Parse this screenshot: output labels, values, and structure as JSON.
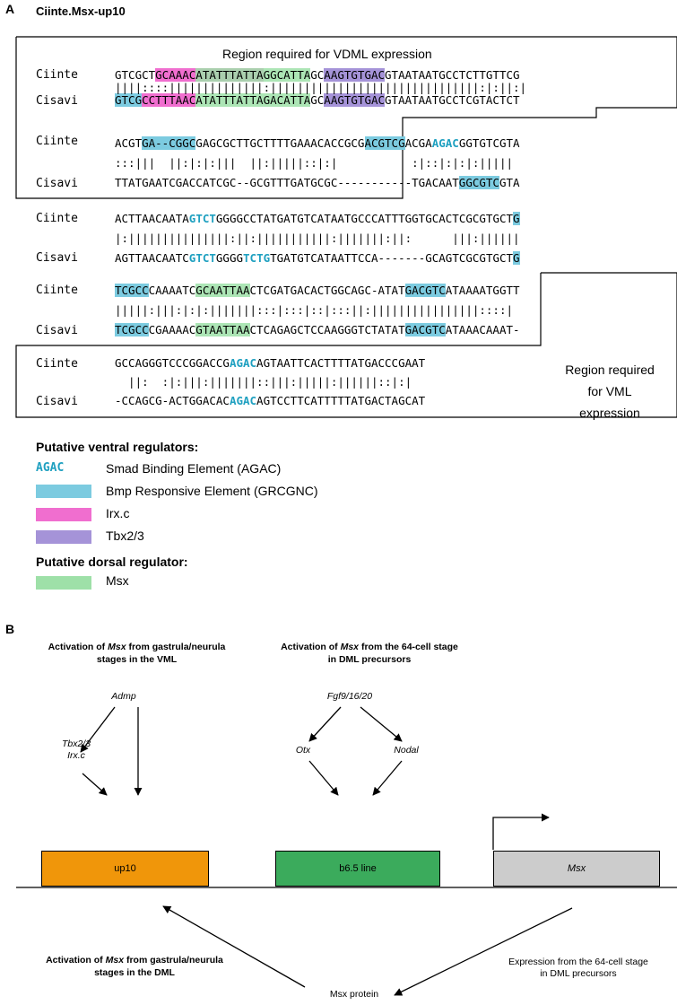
{
  "panel_a": {
    "letter": "A",
    "title": "Ciinte.Msx-up10",
    "region_vdml": "Region required for VDML expression",
    "region_vml": [
      "Region required",
      "for VML",
      "expression"
    ],
    "blocks": [
      {
        "top": "GTCGCTGCAAACATATTTATTAGGCATTAGCAAGTGTGACGTAATAATGCCTCTTGTTCG",
        "mid": "||||::::||||||||||||||:|||||||||||||||||||||||||||||||:|:||:|",
        "bot": "GTCGCCTTTAACATATTTATTAGACATTAGCAAGTGTGACGTAATAATGCCTCGTACTCT"
      },
      {
        "top": "ACGTGA--CGGCGAGCGCTTGCTTTTGAAACACCGCGACGTCGACGAAGACGGTGTCGTA",
        "mid": ":::|||  ||:|:|:|||  ||:|||||::|:|           :|::|:|:|:|||||",
        "bot": "TTATGAATCGACCATCGC--GCGTTTGATGCGC-----------TGACAATGGCGTCGTA"
      },
      {
        "top": "ACTTAACAATAGTCTGGGGCCTATGATGTCATAATGCCCATTTGGTGCACTCGCGTGCTG",
        "mid": "|:|||||||||||||||:||:|||||||||||:|||||||:||:      |||:||||||",
        "bot": "AGTTAACAATCGTCTGGGGTCTGTGATGTCATAATTCCA-------GCAGTCGCGTGCTG"
      },
      {
        "top": "TCGCCCAAAATCGCAATTAACTCGATGACACTGGCAGC-ATATGACGTCATAAAATGGTT",
        "mid": "|||||:|||:|:|:|||||||:::|:::|::|:::||:||||||||||||||||::::|",
        "bot": "TCGCCCGAAAACGTAATTAACTCAGAGCTCCAAGGGTCTATATGACGTCATAAACAAAT-"
      },
      {
        "top": "GCCAGGGTCCCGGACCGAGACAGTAATTCACTTTTATGACCCGAAT",
        "mid": "  ||:  :|:|||:|||||||::|||:|||||:||||||::|:|",
        "bot": "-CCAGCG-ACTGGACACAGACAGTCCTTCATTTTTATGACTAGCAT"
      }
    ],
    "species": [
      "Ciinte",
      "Cisavi"
    ],
    "legend": {
      "ventral_head": "Putative ventral regulators:",
      "sbe_sample": "AGAC",
      "sbe_label": "Smad Binding Element (AGAC)",
      "bre_label": "Bmp Responsive Element (GRCGNC)",
      "irx_label": "Irx.c",
      "tbx_label": "Tbx2/3",
      "dorsal_head": "Putative dorsal regulator:",
      "msx_label": "Msx"
    },
    "colors": {
      "bre": "#7ccbe0",
      "irx": "#f06ecf",
      "tbx": "#a593d8",
      "msx": "#9ee0a8",
      "sbe_text": "#1fa0c0"
    }
  },
  "panel_b": {
    "letter": "B",
    "head_vml": [
      "Activation of Msx from gastrula/neurula",
      "stages in the VML"
    ],
    "head_dml": [
      "Activation of Msx from the 64-cell stage",
      "in DML precursors"
    ],
    "node_admp": "Admp",
    "node_tbx": [
      "Tbx2/3",
      "Irx.c"
    ],
    "node_fgf": "Fgf9/16/20",
    "node_otx": "Otx",
    "node_nodal": "Nodal",
    "box_up10": "up10",
    "box_b65": "b6.5 line",
    "box_msx": "Msx",
    "head_gastrula_dml": [
      "Activation of Msx from gastrula/neurula",
      "stages in the DML"
    ],
    "expression_text": [
      "Expression from the 64-cell stage",
      "in DML precursors"
    ],
    "msx_protein": "Msx protein",
    "colors": {
      "up10": "#f0960a",
      "b65": "#3bab5c",
      "msx": "#cccccc"
    }
  }
}
